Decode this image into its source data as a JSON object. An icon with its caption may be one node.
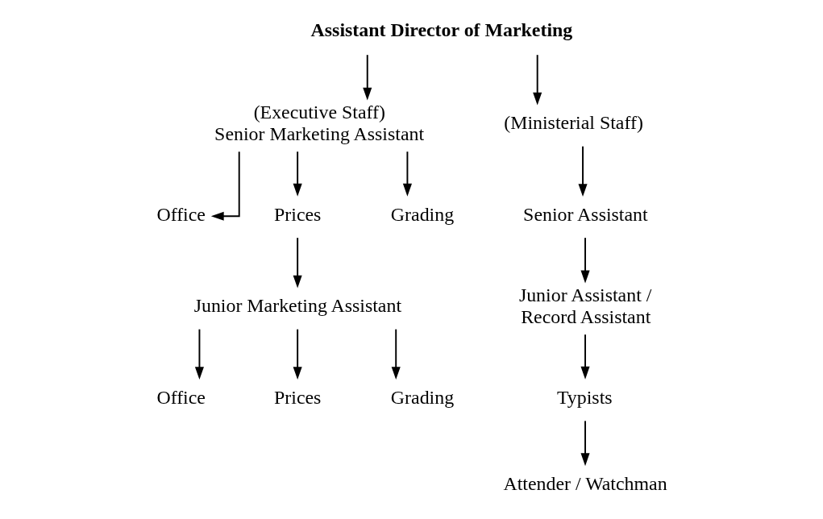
{
  "diagram": {
    "nodes": [
      {
        "text": [
          "Assistant Director of Marketing"
        ]
      },
      {
        "text": [
          "(Executive Staff)",
          "Senior Marketing Assistant"
        ]
      },
      {
        "text": [
          "(Ministerial Staff)"
        ]
      },
      {
        "text": [
          "Office"
        ]
      },
      {
        "text": [
          "Prices"
        ]
      },
      {
        "text": [
          "Grading"
        ]
      },
      {
        "text": [
          "Senior Assistant"
        ]
      },
      {
        "text": [
          "Junior Marketing Assistant"
        ]
      },
      {
        "text": [
          "Junior Assistant / Record Assistant"
        ]
      },
      {
        "text": [
          "Typists"
        ]
      },
      {
        "text": [
          "Office"
        ]
      },
      {
        "text": [
          "Prices"
        ]
      },
      {
        "text": [
          "Grading"
        ]
      },
      {
        "text": [
          "Attender / Watchman"
        ]
      }
    ],
    "edges": [
      {
        "from": 0,
        "to": 1,
        "arrow": "to"
      },
      {
        "from": 0,
        "to": 2,
        "arrow": "to"
      },
      {
        "from": 1,
        "to": 3,
        "arrow": "to"
      },
      {
        "from": 1,
        "to": 4,
        "arrow": "to"
      },
      {
        "from": 1,
        "to": 5,
        "arrow": "to"
      },
      {
        "from": 2,
        "to": 6,
        "arrow": "to"
      },
      {
        "from": 4,
        "to": 7,
        "arrow": "to"
      },
      {
        "from": 6,
        "to": 8,
        "arrow": "to"
      },
      {
        "from": 7,
        "to": 10,
        "arrow": "to"
      },
      {
        "from": 7,
        "to": 11,
        "arrow": "to"
      },
      {
        "from": 7,
        "to": 12,
        "arrow": "to"
      },
      {
        "from": 8,
        "to": 9,
        "arrow": "to"
      },
      {
        "from": 9,
        "to": 13,
        "arrow": "to"
      }
    ]
  }
}
